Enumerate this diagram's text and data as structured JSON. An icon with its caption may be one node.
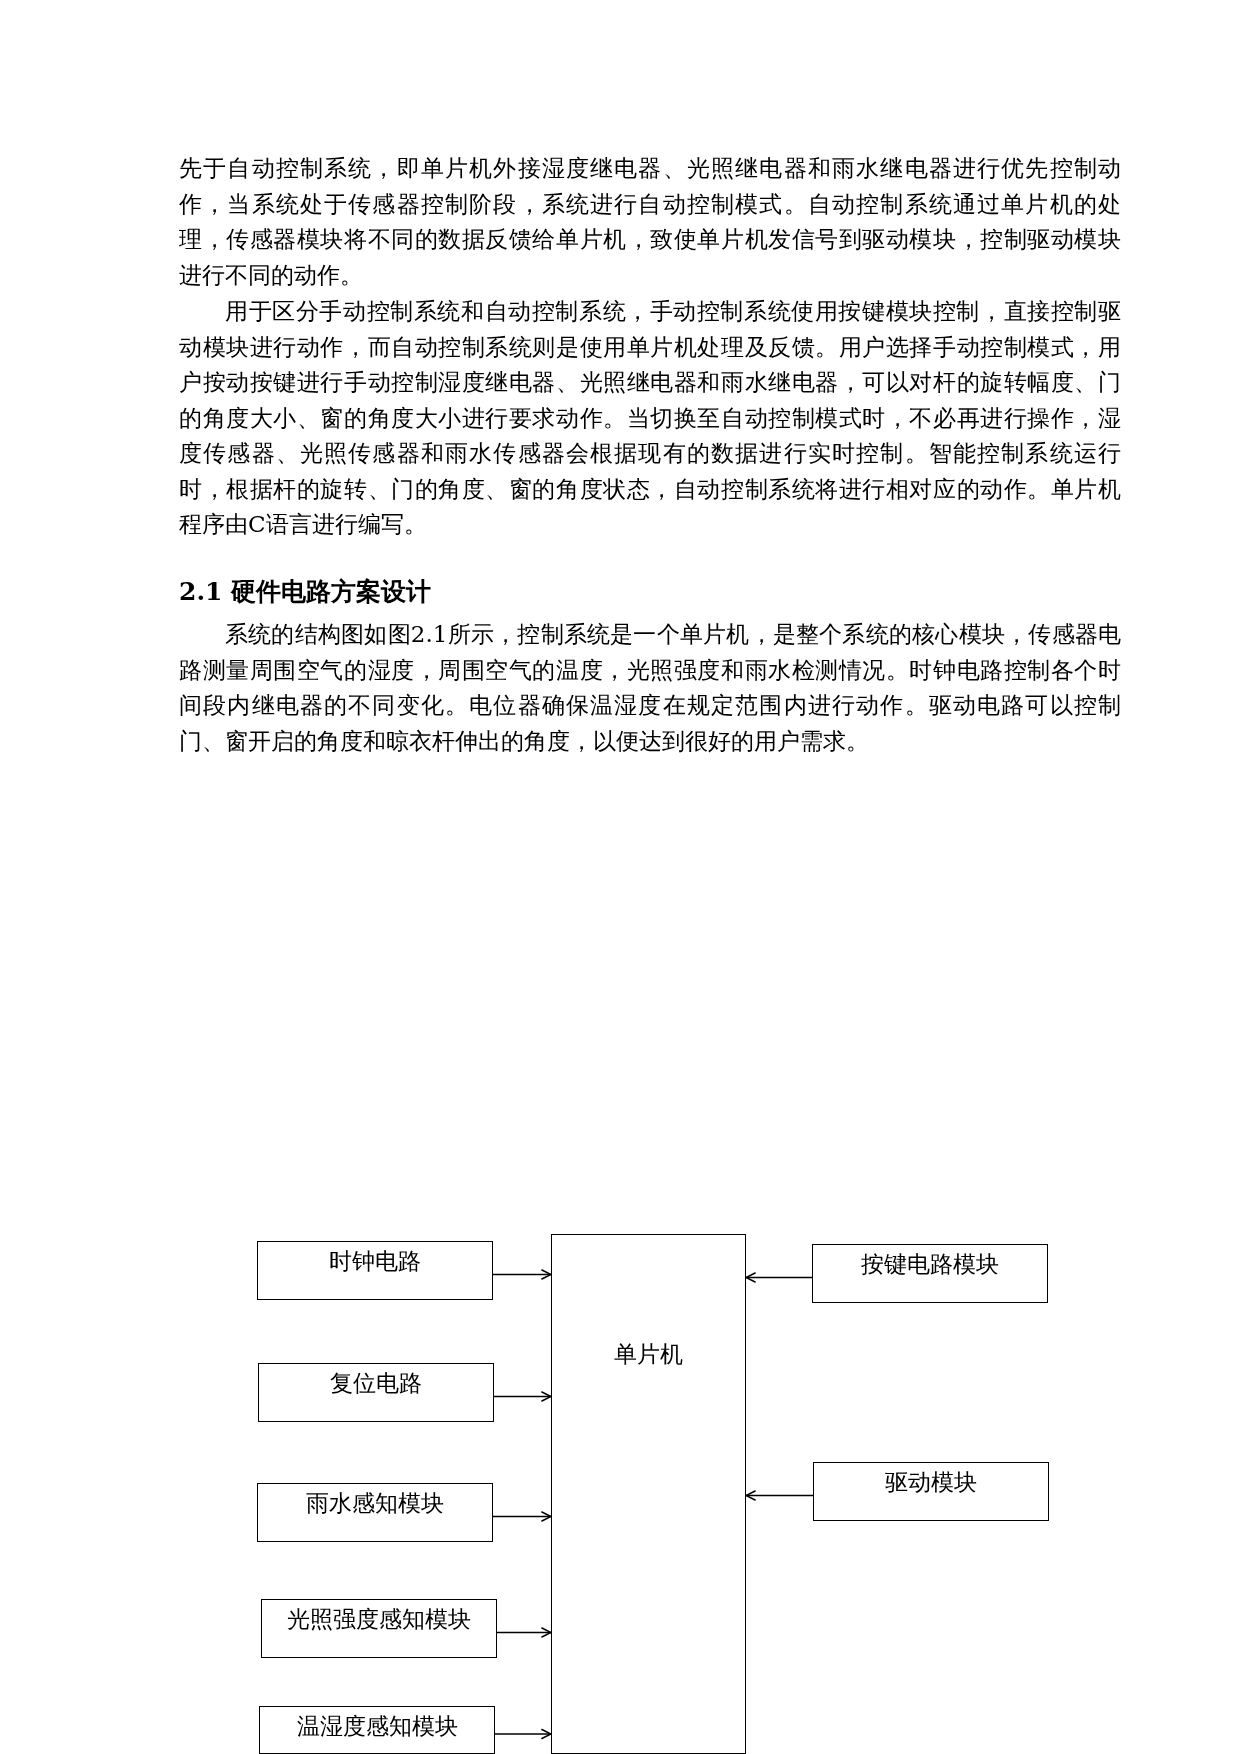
{
  "diagram": {
    "nodes": [
      {
        "text": [
          "时钟电路"
        ]
      },
      {
        "text": [
          "复位电路"
        ]
      },
      {
        "text": [
          "雨水感知模块"
        ]
      },
      {
        "text": [
          "光照强度感知模块"
        ]
      },
      {
        "text": [
          "温湿度感知模块"
        ]
      },
      {
        "text": [
          "单片机"
        ]
      },
      {
        "text": [
          "按键电路模块"
        ]
      },
      {
        "text": [
          "驱动模块"
        ]
      }
    ],
    "edges": [
      {
        "from": 0,
        "to": 5,
        "arrow": "to"
      },
      {
        "from": 1,
        "to": 5,
        "arrow": "to"
      },
      {
        "from": 2,
        "to": 5,
        "arrow": "to"
      },
      {
        "from": 3,
        "to": 5,
        "arrow": "to"
      },
      {
        "from": 4,
        "to": 5,
        "arrow": "to"
      },
      {
        "from": 6,
        "to": 5,
        "arrow": "to"
      },
      {
        "from": 7,
        "to": 5,
        "arrow": "to"
      }
    ],
    "labels": [
      "先于自动控制系统，即单片机外接湿度继电器、光照继电器和雨水继电器进行优先控制动作，当系统处于传感器控制阶段，系统进行自动控制模式。自动控制系统通过单片机的处理，传感器模块将不同的数据反馈给单片机，致使单片机发信号到驱动模块，控制驱动模块进行不同的动作。",
      "用于区分手动控制系统和自动控制系统，手动控制系统使用按键模块控制，直接控制驱动模块进行动作，而自动控制系统则是使用单片机处理及反馈。用户选择手动控制模式，用户按动按键进行手动控制湿度继电器、光照继电器和雨水继电器，可以对杆的旋转幅度、门的角度大小、窗的角度大小进行要求动作。当切换至自动控制模式时，不必再进行操作，湿度传感器、光照传感器和雨水传感器会根据现有的数据进行实时控制。智能控制系统运行时，根据杆的旋转、门的角度、窗的角度状态，自动控制系统将进行相对应的动作。单片机程序由C语言进行编写。",
      "2.1 硬件电路方案设计",
      "系统的结构图如图2.1所示，控制系统是一个单片机，是整个系统的核心模块，传感器电路测量周围空气的湿度，周围空气的温度，光照强度和雨水检测情况。时钟电路控制各个时间段内继电器的不同变化。电位器确保温湿度在规定范围内进行动作。驱动电路可以控制门、窗开启的角度和晾衣杆伸出的角度，以便达到很好的用户需求。"
    ]
  }
}
